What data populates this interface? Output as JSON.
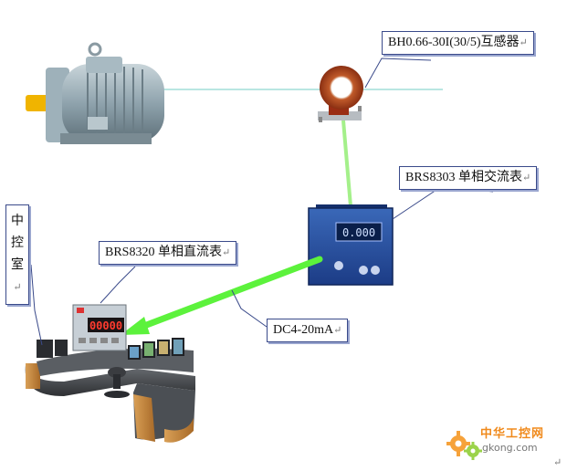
{
  "labels": {
    "transformer": "BH0.66-30I(30/5)互感器",
    "ac_meter": "BRS8303 单相交流表",
    "dc_meter": "BRS8320 单相直流表",
    "signal": "DC4-20mA",
    "control_room": [
      "中",
      "控",
      "室"
    ],
    "return_mark": "↵"
  },
  "devices": {
    "ac_meter_display": "0.000",
    "dc_meter_display": "00000"
  },
  "watermark": {
    "cn": "中华工控网",
    "en": "gkong.com"
  },
  "colors": {
    "callout_border": "#3a4a8a",
    "signal_arrow": "#5cf23c",
    "power_line": "#8fd6d0",
    "motor_body": "#8fa3ad",
    "watermark_orange": "#f08a1c"
  }
}
